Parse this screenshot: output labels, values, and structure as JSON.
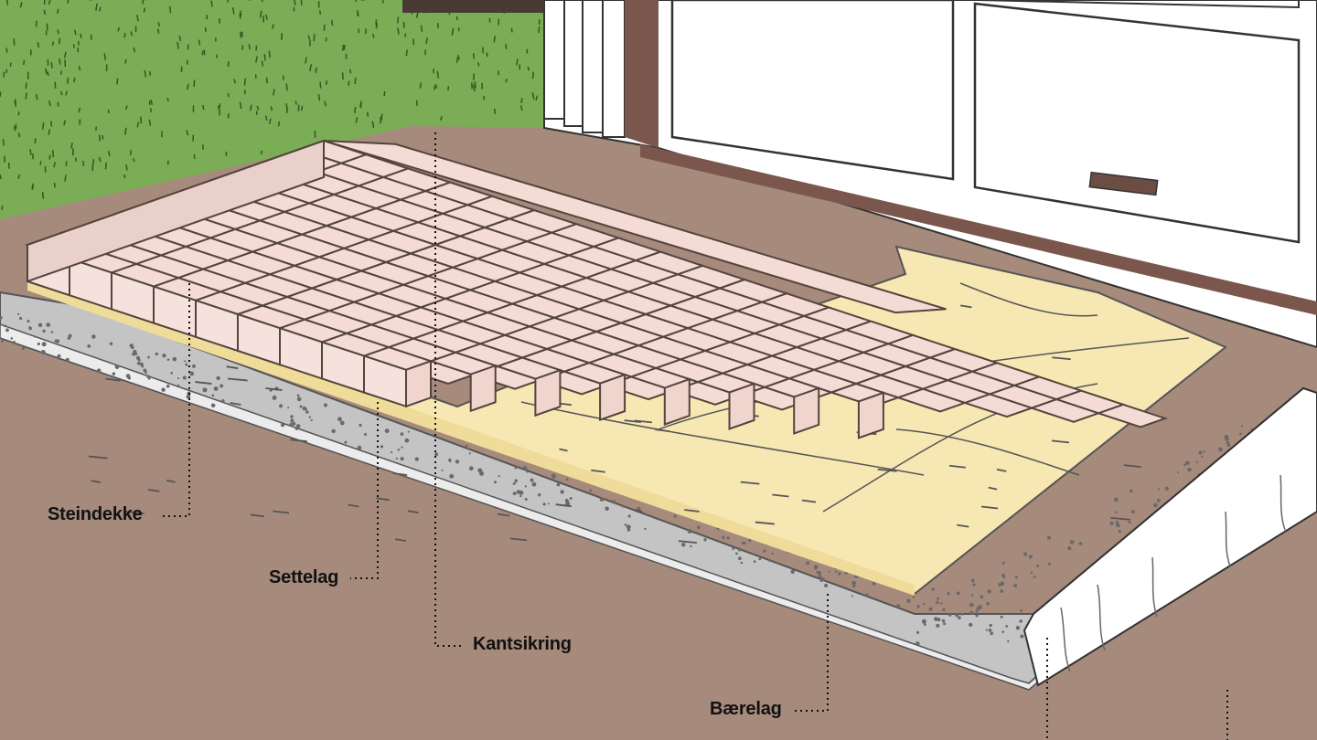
{
  "diagram": {
    "labels": {
      "steindekke": "Steindekke",
      "settelag": "Settelag",
      "kantsikring": "Kantsikring",
      "baerelag": "Bærelag"
    },
    "colors": {
      "soil": "#a68a7c",
      "grass": "#7aad55",
      "bearing_gravel": "#c4c4c4",
      "sand": "#f7e7b2",
      "paver": "#f4dbd6",
      "paver_outline": "#54443c",
      "house_wall": "#ffffff",
      "house_trim": "#7a564c"
    }
  }
}
